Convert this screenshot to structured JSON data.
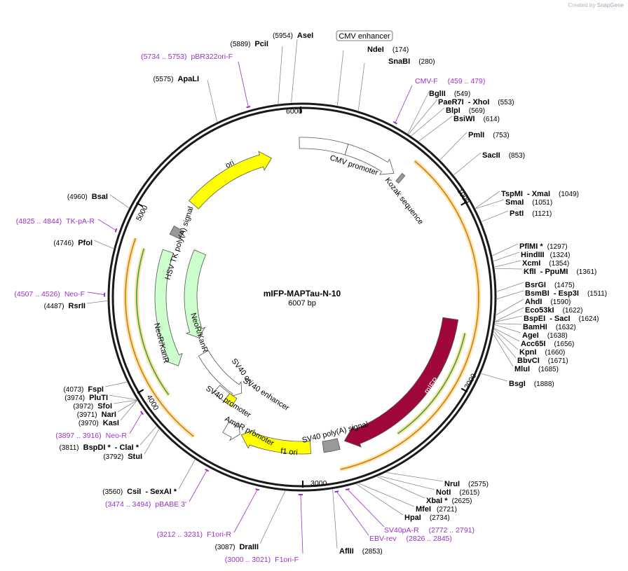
{
  "watermark": {
    "created_by": "Created by",
    "brand": "SnapGene"
  },
  "plasmid": {
    "name": "mIFP-MAPTau-N-10",
    "size_label": "6007 bp",
    "length": 6007
  },
  "ticks": [
    "1000",
    "2000",
    "3000",
    "4000",
    "5000",
    "6000"
  ],
  "features": [
    {
      "name": "CMV enhancer",
      "color": "#ffffff"
    },
    {
      "name": "CMV promoter",
      "color": "#ffffff"
    },
    {
      "name": "Kozak sequence",
      "color": "#999999"
    },
    {
      "name": "mIFP",
      "color": "#a0073a"
    },
    {
      "name": "SV40 poly(A) signal",
      "color": "#999999"
    },
    {
      "name": "f1 ori",
      "color": "#ffff00"
    },
    {
      "name": "AmpR promoter",
      "color": "#ffffff"
    },
    {
      "name": "SV40 promoter",
      "color": "#ffffff"
    },
    {
      "name": "SV40 enhancer",
      "color": "#ffffff"
    },
    {
      "name": "SV40 ori",
      "color": "#ffff00"
    },
    {
      "name": "NeoR/KanR",
      "color": "#ccffcc"
    },
    {
      "name": "NeoR/KanR",
      "color": "#ccffcc"
    },
    {
      "name": "HSV TK poly(A) signal",
      "color": "#999999"
    },
    {
      "name": "ori",
      "color": "#ffff00"
    }
  ],
  "enzymes": [
    {
      "name": "AseI",
      "pos": "(5954)"
    },
    {
      "name": "PciI",
      "pos": "(5889)"
    },
    {
      "name": "ApaLI",
      "pos": "(5575)"
    },
    {
      "name": "NdeI",
      "pos": "(174)"
    },
    {
      "name": "SnaBI",
      "pos": "(280)"
    },
    {
      "name": "BglII",
      "pos": "(549)"
    },
    {
      "name": "PaeR7I",
      "name2": "XhoI",
      "pos": "(553)"
    },
    {
      "name": "BlpI",
      "pos": "(569)"
    },
    {
      "name": "BsiWI",
      "pos": "(614)"
    },
    {
      "name": "PmlI",
      "pos": "(753)"
    },
    {
      "name": "SacII",
      "pos": "(853)"
    },
    {
      "name": "TspMI",
      "name2": "XmaI",
      "pos": "(1049)"
    },
    {
      "name": "SmaI",
      "pos": "(1051)"
    },
    {
      "name": "PstI",
      "pos": "(1121)"
    },
    {
      "name": "PflMI *",
      "pos": "(1297)"
    },
    {
      "name": "HindIII",
      "pos": "(1324)"
    },
    {
      "name": "XcmI",
      "pos": "(1354)"
    },
    {
      "name": "KflI",
      "name2": "PpuMI",
      "pos": "(1361)"
    },
    {
      "name": "BsrGI",
      "pos": "(1475)"
    },
    {
      "name": "BsmBI",
      "name2": "Esp3I",
      "pos": "(1511)"
    },
    {
      "name": "AhdI",
      "pos": "(1590)"
    },
    {
      "name": "Eco53kI",
      "pos": "(1622)"
    },
    {
      "name": "BspEI",
      "name2": "SacI",
      "pos": "(1624)"
    },
    {
      "name": "BamHI",
      "pos": "(1632)"
    },
    {
      "name": "AgeI",
      "pos": "(1638)"
    },
    {
      "name": "Acc65I",
      "pos": "(1656)"
    },
    {
      "name": "KpnI",
      "pos": "(1660)"
    },
    {
      "name": "BbvCI",
      "pos": "(1671)"
    },
    {
      "name": "MluI",
      "pos": "(1685)"
    },
    {
      "name": "BsgI",
      "pos": "(1888)"
    },
    {
      "name": "NruI",
      "pos": "(2575)"
    },
    {
      "name": "NotI",
      "pos": "(2615)"
    },
    {
      "name": "XbaI *",
      "pos": "(2625)"
    },
    {
      "name": "MfeI",
      "pos": "(2721)"
    },
    {
      "name": "HpaI",
      "pos": "(2734)"
    },
    {
      "name": "AflII",
      "pos": "(2853)"
    },
    {
      "name": "DraIII",
      "pos": "(3087)"
    },
    {
      "name": "CsiI",
      "name2": "SexAI *",
      "pos": "(3560)"
    },
    {
      "name": "StuI",
      "pos": "(3792)"
    },
    {
      "name": "BspDI *",
      "name2": "ClaI *",
      "pos": "(3811)"
    },
    {
      "name": "KasI",
      "pos": "(3970)"
    },
    {
      "name": "NarI",
      "pos": "(3971)"
    },
    {
      "name": "SfoI",
      "pos": "(3972)"
    },
    {
      "name": "PluTI",
      "pos": "(3974)"
    },
    {
      "name": "FspI",
      "pos": "(4073)"
    },
    {
      "name": "RsrII",
      "pos": "(4487)"
    },
    {
      "name": "PfoI",
      "pos": "(4746)"
    },
    {
      "name": "BsaI",
      "pos": "(4960)"
    }
  ],
  "primers": [
    {
      "name": "pBR322ori-F",
      "range": "(5734 .. 5753)"
    },
    {
      "name": "CMV-F",
      "range": "(459 .. 479)"
    },
    {
      "name": "SV40pA-R",
      "range": "(2772 .. 2791)"
    },
    {
      "name": "EBV-rev",
      "range": "(2826 .. 2845)"
    },
    {
      "name": "F1ori-R",
      "range": "(3212 .. 3231)"
    },
    {
      "name": "F1ori-F",
      "range": "(3000 .. 3021)"
    },
    {
      "name": "pBABE 3'",
      "range": "(3474 .. 3494)"
    },
    {
      "name": "Neo-R",
      "range": "(3897 .. 3916)"
    },
    {
      "name": "Neo-F",
      "range": "(4507 .. 4526)"
    },
    {
      "name": "TK-pA-R",
      "range": "(4825 .. 4844)"
    }
  ],
  "colors": {
    "backbone": "#1a1a1a",
    "primer": "#9a31c9",
    "orf": "#f5a623",
    "orf_inner": "#33aa33"
  }
}
